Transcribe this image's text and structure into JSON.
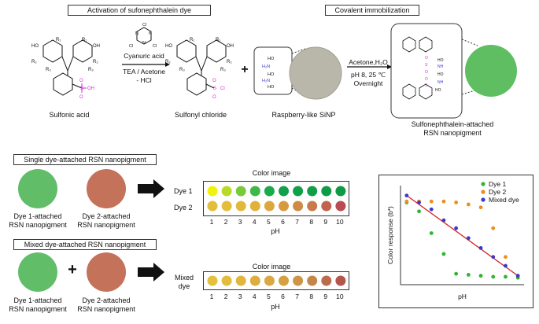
{
  "top": {
    "activation_title": "Activation of sufonephthalein dye",
    "immobilization_title": "Covalent immobilization",
    "reagent_line1": "Cyanuric acid",
    "reagent_line2": "TEA / Acetone",
    "reagent_line3": "- HCl",
    "sulfonic_label": "Sulfonic acid",
    "sulfonyl_label": "Sulfonyl chloride",
    "sinp_label": "Raspberry-like SiNP",
    "cond_line1": "Acetone,H₂O",
    "cond_line2": "pH 8, 25 ℃",
    "cond_line3": "Overnight",
    "product_line1": "Sulfonephthalein-attached",
    "product_line2": "RSN nanopigment",
    "plus": "+"
  },
  "single": {
    "title": "Single dye-attached RSN nanopigment",
    "np1_line1": "Dye 1-attached",
    "np1_line2": "RSN nanopigment",
    "np2_line1": "Dye 2-attached",
    "np2_line2": "RSN nanopigment",
    "color_image": "Color image",
    "row1_label": "Dye 1",
    "row2_label": "Dye 2",
    "ph_values": [
      "1",
      "2",
      "3",
      "4",
      "5",
      "6",
      "7",
      "8",
      "9",
      "10"
    ],
    "ph_label": "pH",
    "dye1_colors": [
      "#f2f20c",
      "#b9d92a",
      "#7ac93a",
      "#3fb84a",
      "#1aaa4c",
      "#12a04c",
      "#10a04a",
      "#109e48",
      "#0f9c46",
      "#0e9a44"
    ],
    "dye2_colors": [
      "#e3be3c",
      "#e4bd3a",
      "#e2b83a",
      "#e0b23c",
      "#dca73e",
      "#d69a42",
      "#cf8a46",
      "#c87a4a",
      "#c0624e",
      "#b84c50"
    ]
  },
  "mixed": {
    "title": "Mixed dye-attached RSN nanopigment",
    "np1_line1": "Dye 1-attached",
    "np1_line2": "RSN nanopigment",
    "np2_line1": "Dye 2-attached",
    "np2_line2": "RSN nanopigment",
    "color_image": "Color image",
    "row_label_line1": "Mixed",
    "row_label_line2": "dye",
    "ph_values": [
      "1",
      "2",
      "3",
      "4",
      "5",
      "6",
      "7",
      "8",
      "9",
      "10"
    ],
    "ph_label": "pH",
    "colors": [
      "#e4c03c",
      "#e2bc3c",
      "#e0b63c",
      "#dcae3e",
      "#d9a840",
      "#d4a042",
      "#cc9646",
      "#c5864a",
      "#bc6c4e",
      "#b4554e"
    ],
    "plus": "+"
  },
  "chart_data": {
    "type": "scatter",
    "title": "",
    "xlabel": "pH",
    "ylabel": "Color response (b*)",
    "xlim": [
      0.5,
      10.5
    ],
    "ylim": [
      0,
      1
    ],
    "grid": false,
    "legend_position": "top-right",
    "series": [
      {
        "name": "Dye 1",
        "color": "#2fb52f",
        "x": [
          1,
          2,
          3,
          4,
          5,
          6,
          7,
          8,
          9,
          10
        ],
        "y": [
          0.83,
          0.74,
          0.52,
          0.31,
          0.11,
          0.1,
          0.09,
          0.08,
          0.08,
          0.07
        ]
      },
      {
        "name": "Dye 2",
        "color": "#f08c1e",
        "x": [
          1,
          2,
          3,
          4,
          5,
          6,
          7,
          8,
          9,
          10
        ],
        "y": [
          0.84,
          0.84,
          0.84,
          0.84,
          0.83,
          0.81,
          0.78,
          0.57,
          0.28,
          0.09
        ]
      },
      {
        "name": "Mixed dye",
        "color": "#3a39c8",
        "x": [
          1,
          2,
          3,
          4,
          5,
          6,
          7,
          8,
          9,
          10
        ],
        "y": [
          0.9,
          0.83,
          0.76,
          0.65,
          0.57,
          0.47,
          0.37,
          0.28,
          0.19,
          0.09
        ]
      }
    ],
    "fit_line": {
      "color": "#d1242b",
      "x": [
        1,
        10
      ],
      "y": [
        0.9,
        0.09
      ]
    }
  }
}
